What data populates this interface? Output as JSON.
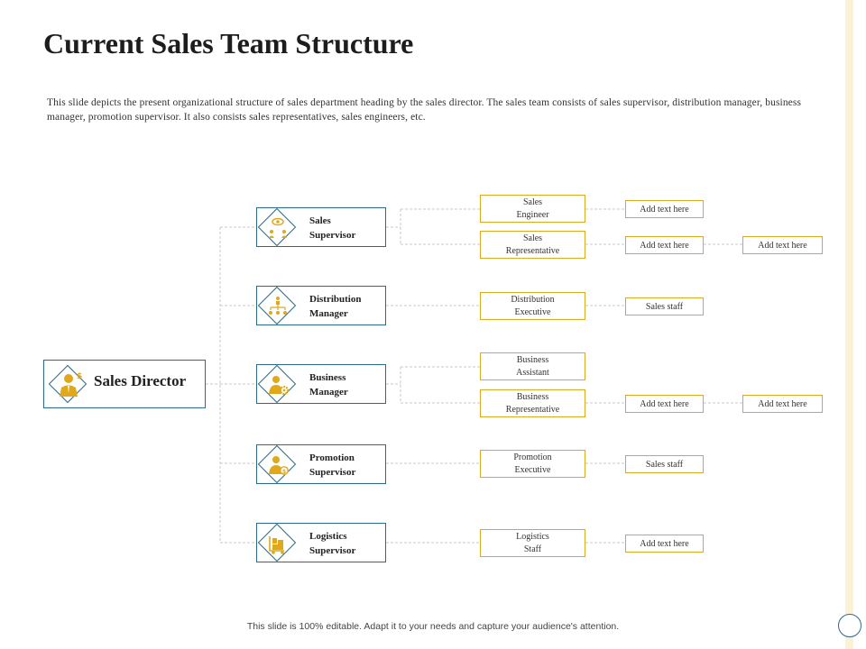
{
  "title": "Current Sales Team Structure",
  "description": "This slide depicts the present organizational structure  of sales department heading by the sales director.  The sales team consists  of sales supervisor, distribution manager, business manager, promotion  supervisor. It also consists  sales representatives, sales engineers, etc.",
  "footer": "This slide is 100% editable.  Adapt it to your needs and capture your audience's attention.",
  "colors": {
    "blue": "#2a6b8c",
    "gold": "#d9a924",
    "icon": "#e0a91c",
    "band": "#fbf1d3"
  },
  "director": {
    "label": "Sales Director",
    "icon": "businessman-dollar-icon"
  },
  "roles": [
    {
      "line1": "Sales",
      "line2": "Supervisor",
      "icon": "eye-team-icon"
    },
    {
      "line1": "Distribution",
      "line2": "Manager",
      "icon": "hierarchy-icon"
    },
    {
      "line1": "Business",
      "line2": "Manager",
      "icon": "person-gear-icon"
    },
    {
      "line1": "Promotion",
      "line2": "Supervisor",
      "icon": "person-coin-icon"
    },
    {
      "line1": "Logistics",
      "line2": "Supervisor",
      "icon": "trolley-boxes-icon"
    }
  ],
  "sub_roles": [
    {
      "line1": "Sales",
      "line2": "Engineer"
    },
    {
      "line1": "Sales",
      "line2": "Representative"
    },
    {
      "line1": "Distribution",
      "line2": "Executive"
    },
    {
      "line1": "Business",
      "line2": "Assistant"
    },
    {
      "line1": "Business",
      "line2": "Representative"
    },
    {
      "line1": "Promotion",
      "line2": "Executive"
    },
    {
      "line1": "Logistics",
      "line2": "Staff"
    }
  ],
  "leaves": [
    "Add text here",
    "Add text here",
    "Add text here",
    "Sales  staff",
    "Add text here",
    "Add text here",
    "Sales  staff",
    "Add text here"
  ]
}
